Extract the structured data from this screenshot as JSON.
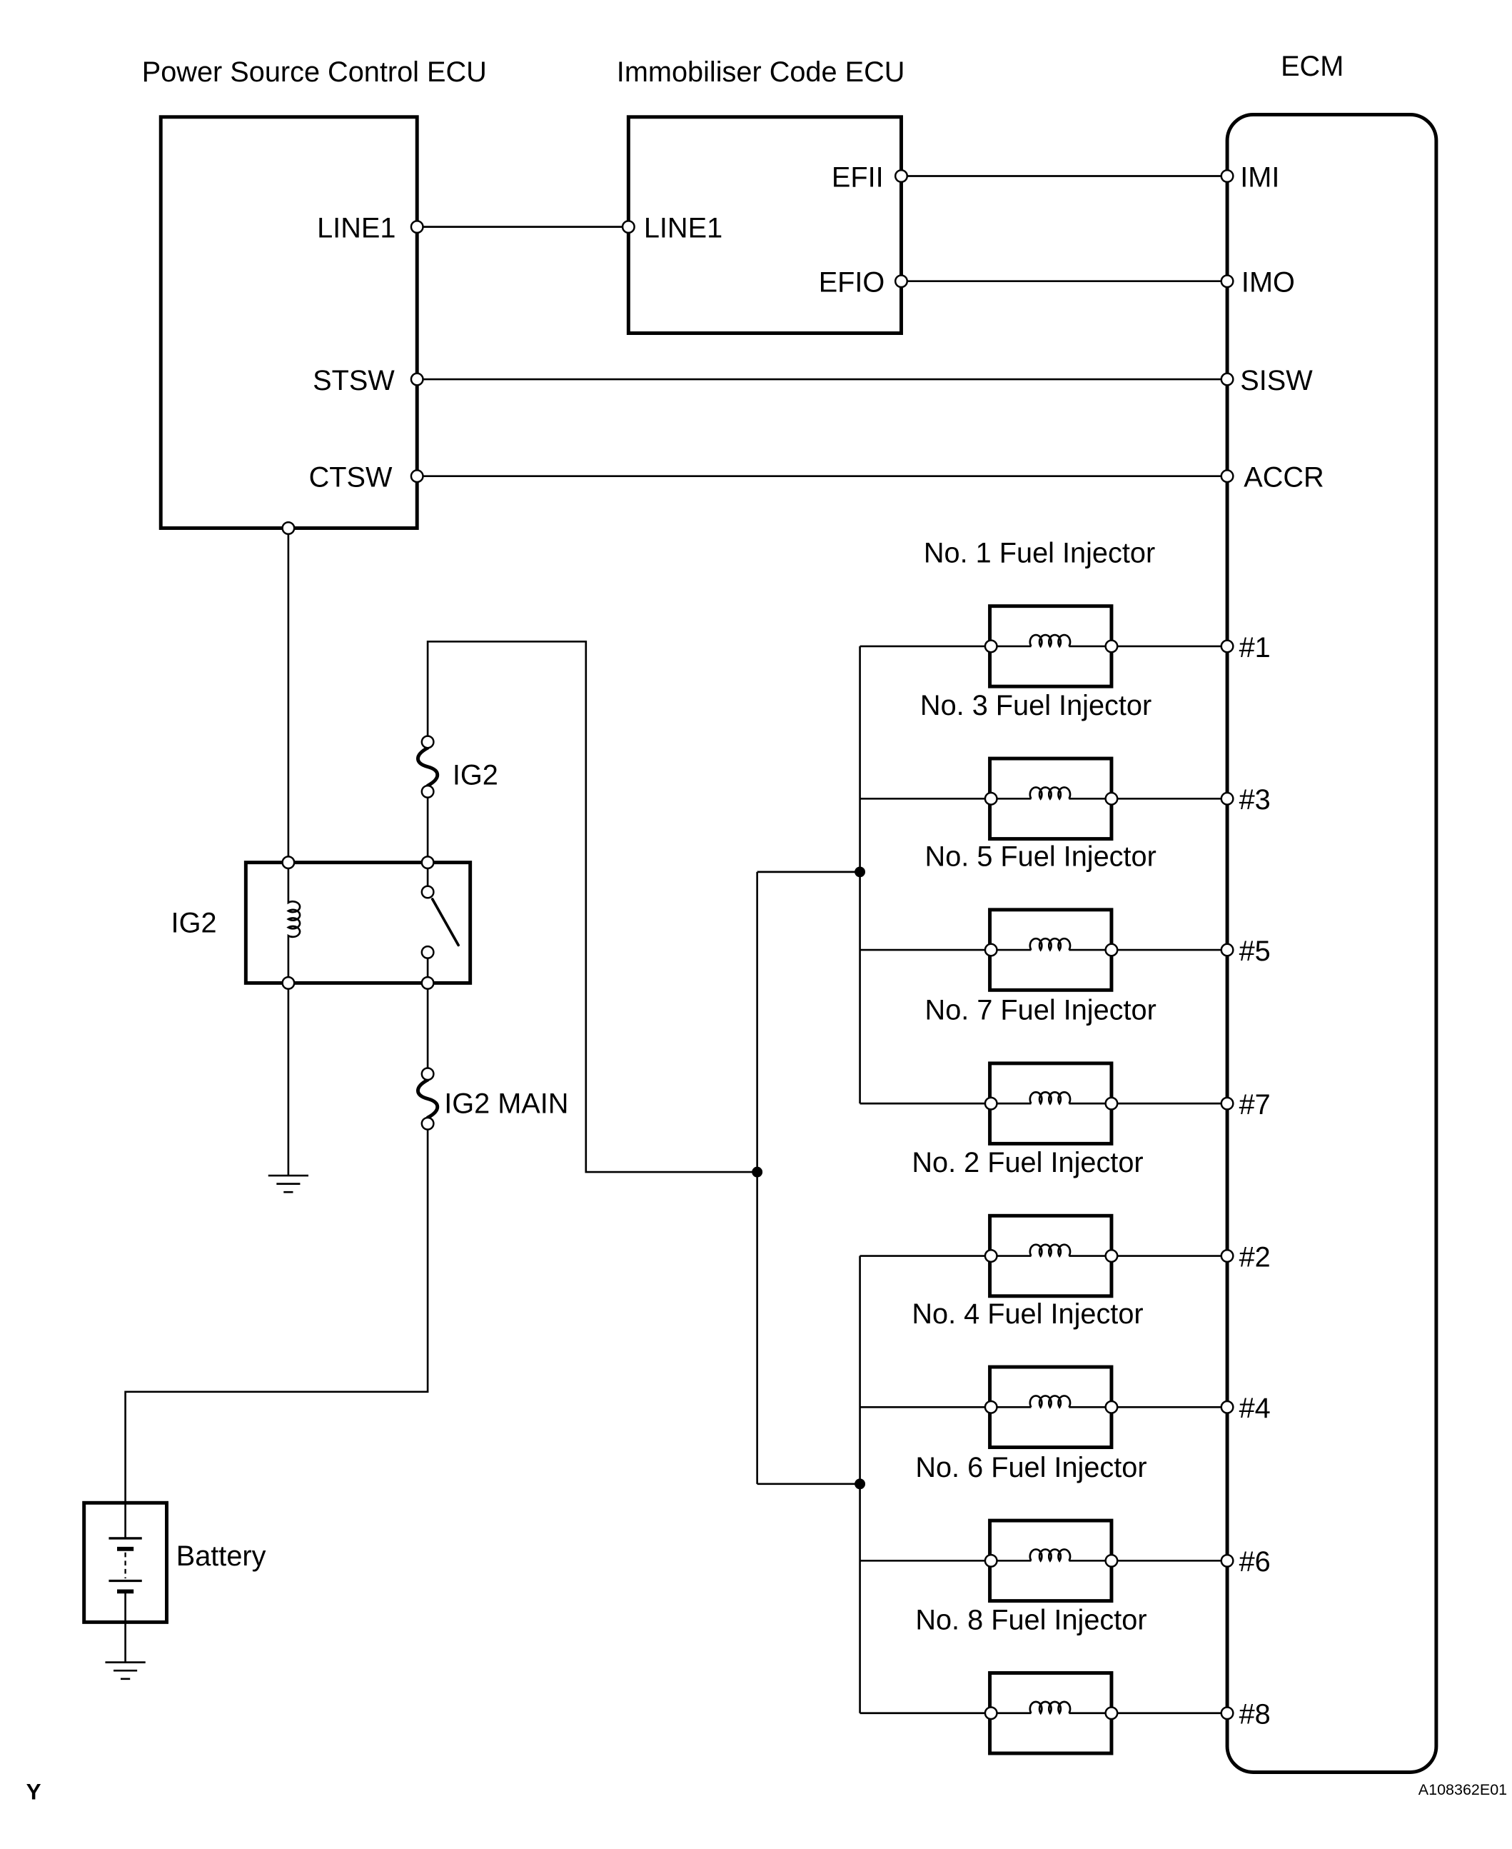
{
  "colors": {
    "ink": "#000000",
    "paper": "#ffffff"
  },
  "power_source_ecu": {
    "title": "Power Source Control ECU",
    "terminals": {
      "line1": "LINE1",
      "stsw": "STSW",
      "ctsw": "CTSW"
    }
  },
  "immobiliser_ecu": {
    "title": "Immobiliser Code ECU",
    "terminals": {
      "line1": "LINE1",
      "efii": "EFII",
      "efio": "EFIO"
    }
  },
  "ecm": {
    "title": "ECM",
    "terminals": {
      "imi": "IMI",
      "imo": "IMO",
      "sisw": "SISW",
      "accr": "ACCR"
    }
  },
  "ig2_relay": {
    "label": "IG2"
  },
  "ig2_fuse": {
    "label": "IG2"
  },
  "ig2_main_fuse": {
    "label": "IG2 MAIN"
  },
  "battery": {
    "label": "Battery"
  },
  "injectors": [
    {
      "label": "No. 1 Fuel Injector",
      "ecm_terminal": "#1"
    },
    {
      "label": "No. 3 Fuel Injector",
      "ecm_terminal": "#3"
    },
    {
      "label": "No. 5 Fuel Injector",
      "ecm_terminal": "#5"
    },
    {
      "label": "No. 7 Fuel Injector",
      "ecm_terminal": "#7"
    },
    {
      "label": "No. 2 Fuel Injector",
      "ecm_terminal": "#2"
    },
    {
      "label": "No. 4 Fuel Injector",
      "ecm_terminal": "#4"
    },
    {
      "label": "No. 6 Fuel Injector",
      "ecm_terminal": "#6"
    },
    {
      "label": "No. 8 Fuel Injector",
      "ecm_terminal": "#8"
    }
  ],
  "footer": {
    "corner_mark": "Y",
    "figure_code": "A108362E01"
  }
}
